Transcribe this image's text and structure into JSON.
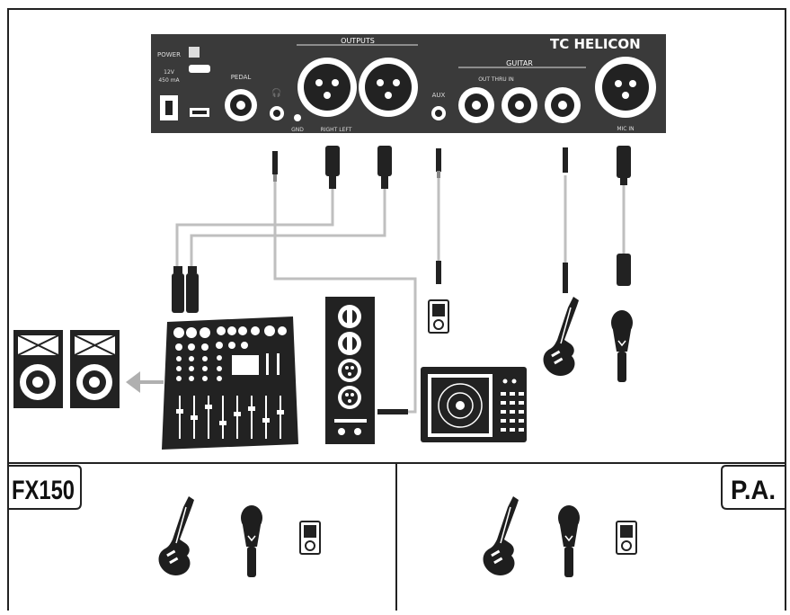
{
  "panel": {
    "brand": "TC HELICON",
    "outputs_label": "OUTPUTS",
    "guitar_label": "GUITAR",
    "power_label": "POWER",
    "power_voltage": "12V",
    "power_current": "450 mA",
    "pedal_label": "PEDAL",
    "gnd_label": "GND",
    "outputs_sub": "RIGHT LEFT",
    "aux_label": "AUX",
    "guitar_sub": "OUT THRU IN",
    "mic_in_label": "MIC IN"
  },
  "devices": {
    "speakers": "speaker-icon",
    "mixer": "mixer-icon",
    "interface": "audio-interface-icon",
    "player": "mp3-player-icon",
    "amp": "guitar-amp-icon",
    "guitar": "guitar-icon",
    "mic": "microphone-icon"
  },
  "bottom": {
    "left_label": "FX150",
    "right_label": "P.A."
  },
  "colors": {
    "panel": "#3a3a3a",
    "cable": "#bfbfbf",
    "arrow": "#b0b0b0",
    "ink": "#222222"
  }
}
